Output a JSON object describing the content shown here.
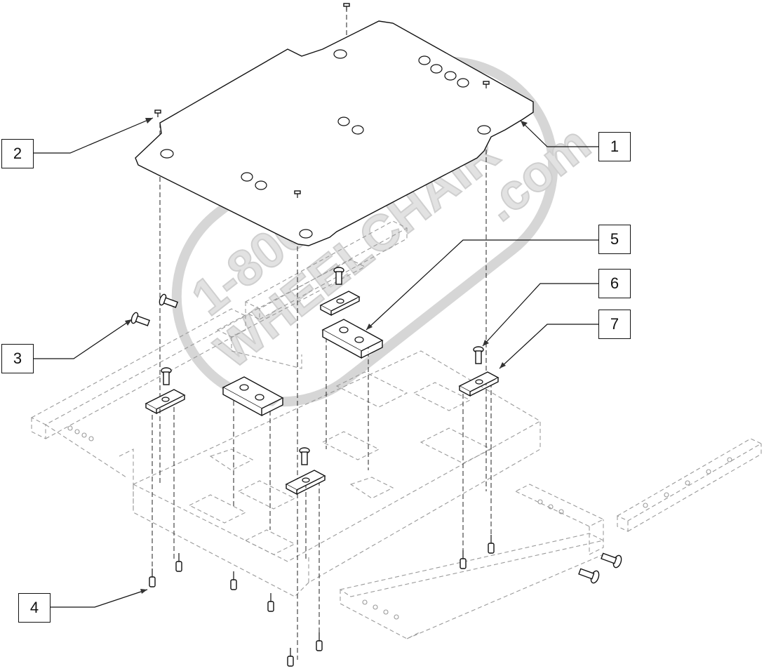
{
  "watermark": {
    "line1": "1-800",
    "line2": "WHEELCHAIR",
    "line3": ".com"
  },
  "callouts": [
    {
      "id": "callout-1",
      "label": "1"
    },
    {
      "id": "callout-2",
      "label": "2"
    },
    {
      "id": "callout-3",
      "label": "3"
    },
    {
      "id": "callout-4",
      "label": "4"
    },
    {
      "id": "callout-5",
      "label": "5"
    },
    {
      "id": "callout-6",
      "label": "6"
    },
    {
      "id": "callout-7",
      "label": "7"
    }
  ],
  "colors": {
    "line": "#111111",
    "ghost": "#9a9a9a",
    "watermark": "#d6d6d6",
    "background": "#ffffff"
  }
}
